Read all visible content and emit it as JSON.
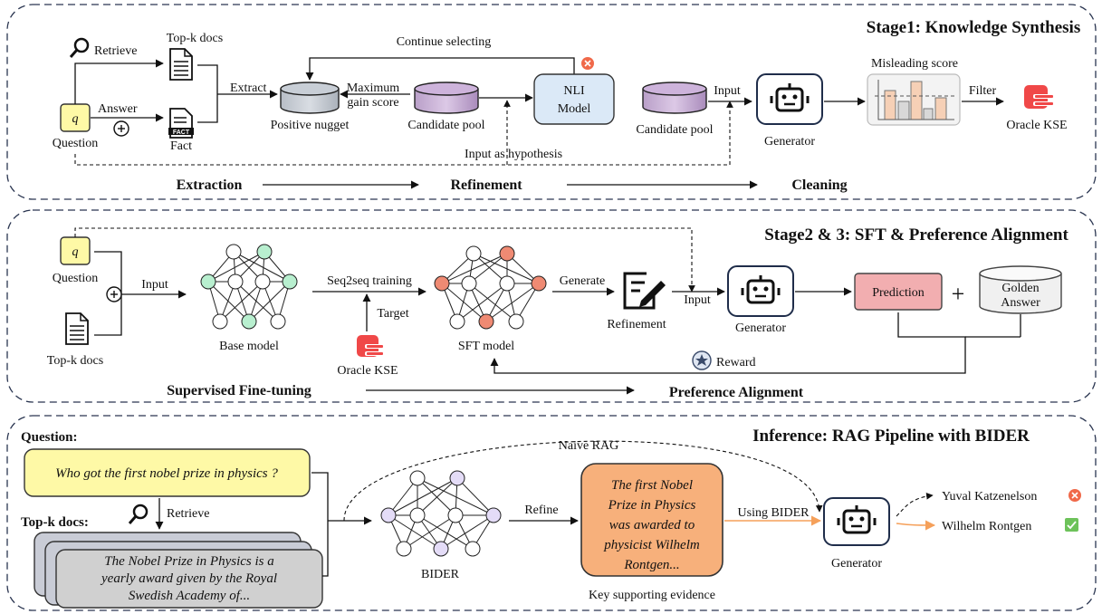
{
  "stage1": {
    "title": "Stage1: Knowledge Synthesis",
    "retrieve": "Retrieve",
    "topk_docs": "Top-k docs",
    "answer": "Answer",
    "question_symbol": "q",
    "question": "Question",
    "fact": "Fact",
    "fact_tag": "FACT",
    "extract": "Extract",
    "positive_nugget": "Positive nugget",
    "max_gain_line1": "Maximum",
    "max_gain_line2": "gain score",
    "candidate_pool": "Candidate pool",
    "continue_selecting": "Continue selecting",
    "nli_line1": "NLI",
    "nli_line2": "Model",
    "input_as_hypothesis": "Input as hypothesis",
    "candidate_pool_2": "Candidate pool",
    "input": "Input",
    "generator": "Generator",
    "misleading_score": "Misleading score",
    "filter": "Filter",
    "oracle_kse": "Oracle KSE",
    "extraction": "Extraction",
    "refinement": "Refinement",
    "cleaning": "Cleaning"
  },
  "stage2": {
    "title": "Stage2 & 3: SFT & Preference Alignment",
    "question_symbol": "q",
    "question": "Question",
    "topk_docs": "Top-k docs",
    "input": "Input",
    "base_model": "Base model",
    "seq2seq": "Seq2seq training",
    "target": "Target",
    "oracle_kse": "Oracle KSE",
    "sft_model": "SFT model",
    "generate": "Generate",
    "refinement": "Refinement",
    "input2": "Input",
    "generator": "Generator",
    "prediction": "Prediction",
    "plus": "+",
    "golden_line1": "Golden",
    "golden_line2": "Answer",
    "reward": "Reward",
    "sft_label": "Supervised Fine-tuning",
    "pref_label": "Preference Alignment"
  },
  "inference": {
    "title": "Inference: RAG Pipeline with BIDER",
    "question_label": "Question:",
    "question_text": "Who got the first nobel prize in physics ?",
    "retrieve": "Retrieve",
    "topk_label": "Top-k docs:",
    "doc_lines": [
      "The Nobel Prize in Physics is a",
      "yearly award given by the Royal",
      "Swedish Academy of..."
    ],
    "naive_rag": "Naive RAG",
    "bider": "BIDER",
    "refine": "Refine",
    "evidence_lines": [
      "The first Nobel",
      "Prize in Physics",
      "was awarded to",
      "physicist Wilhelm",
      "Rontgen..."
    ],
    "key_evidence": "Key supporting evidence",
    "using_bider": "Using BIDER",
    "generator": "Generator",
    "wrong_answer": "Yuval Katzenelson",
    "right_answer": "Wilhelm Rontgen"
  },
  "colors": {
    "question_fill": "#fef9a6",
    "nli_fill": "#dbe9f7",
    "prediction_fill": "#f2aeb0",
    "evidence_fill": "#f7b07b",
    "docs_fill": "#d0d0d0",
    "oracle_red": "#f04848",
    "green_node": "#b8efcf",
    "red_node": "#ef8a73",
    "purple_node": "#e4dcf7",
    "orange_arrow": "#f5a05a",
    "wrong": "#f0694a",
    "right": "#6dc25a"
  }
}
